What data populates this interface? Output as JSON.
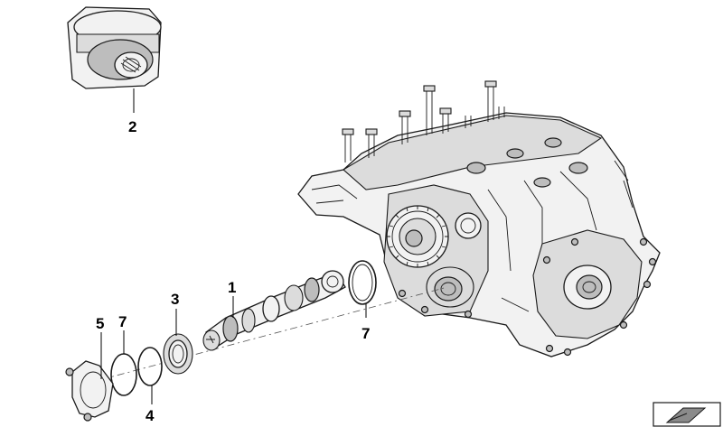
{
  "callouts": {
    "c1": "1",
    "c2": "2",
    "c3": "3",
    "c4": "4",
    "c5": "5",
    "c7a": "7",
    "c7b": "7"
  },
  "icons": {
    "corner_symbol": "catalog-arrow-icon"
  }
}
